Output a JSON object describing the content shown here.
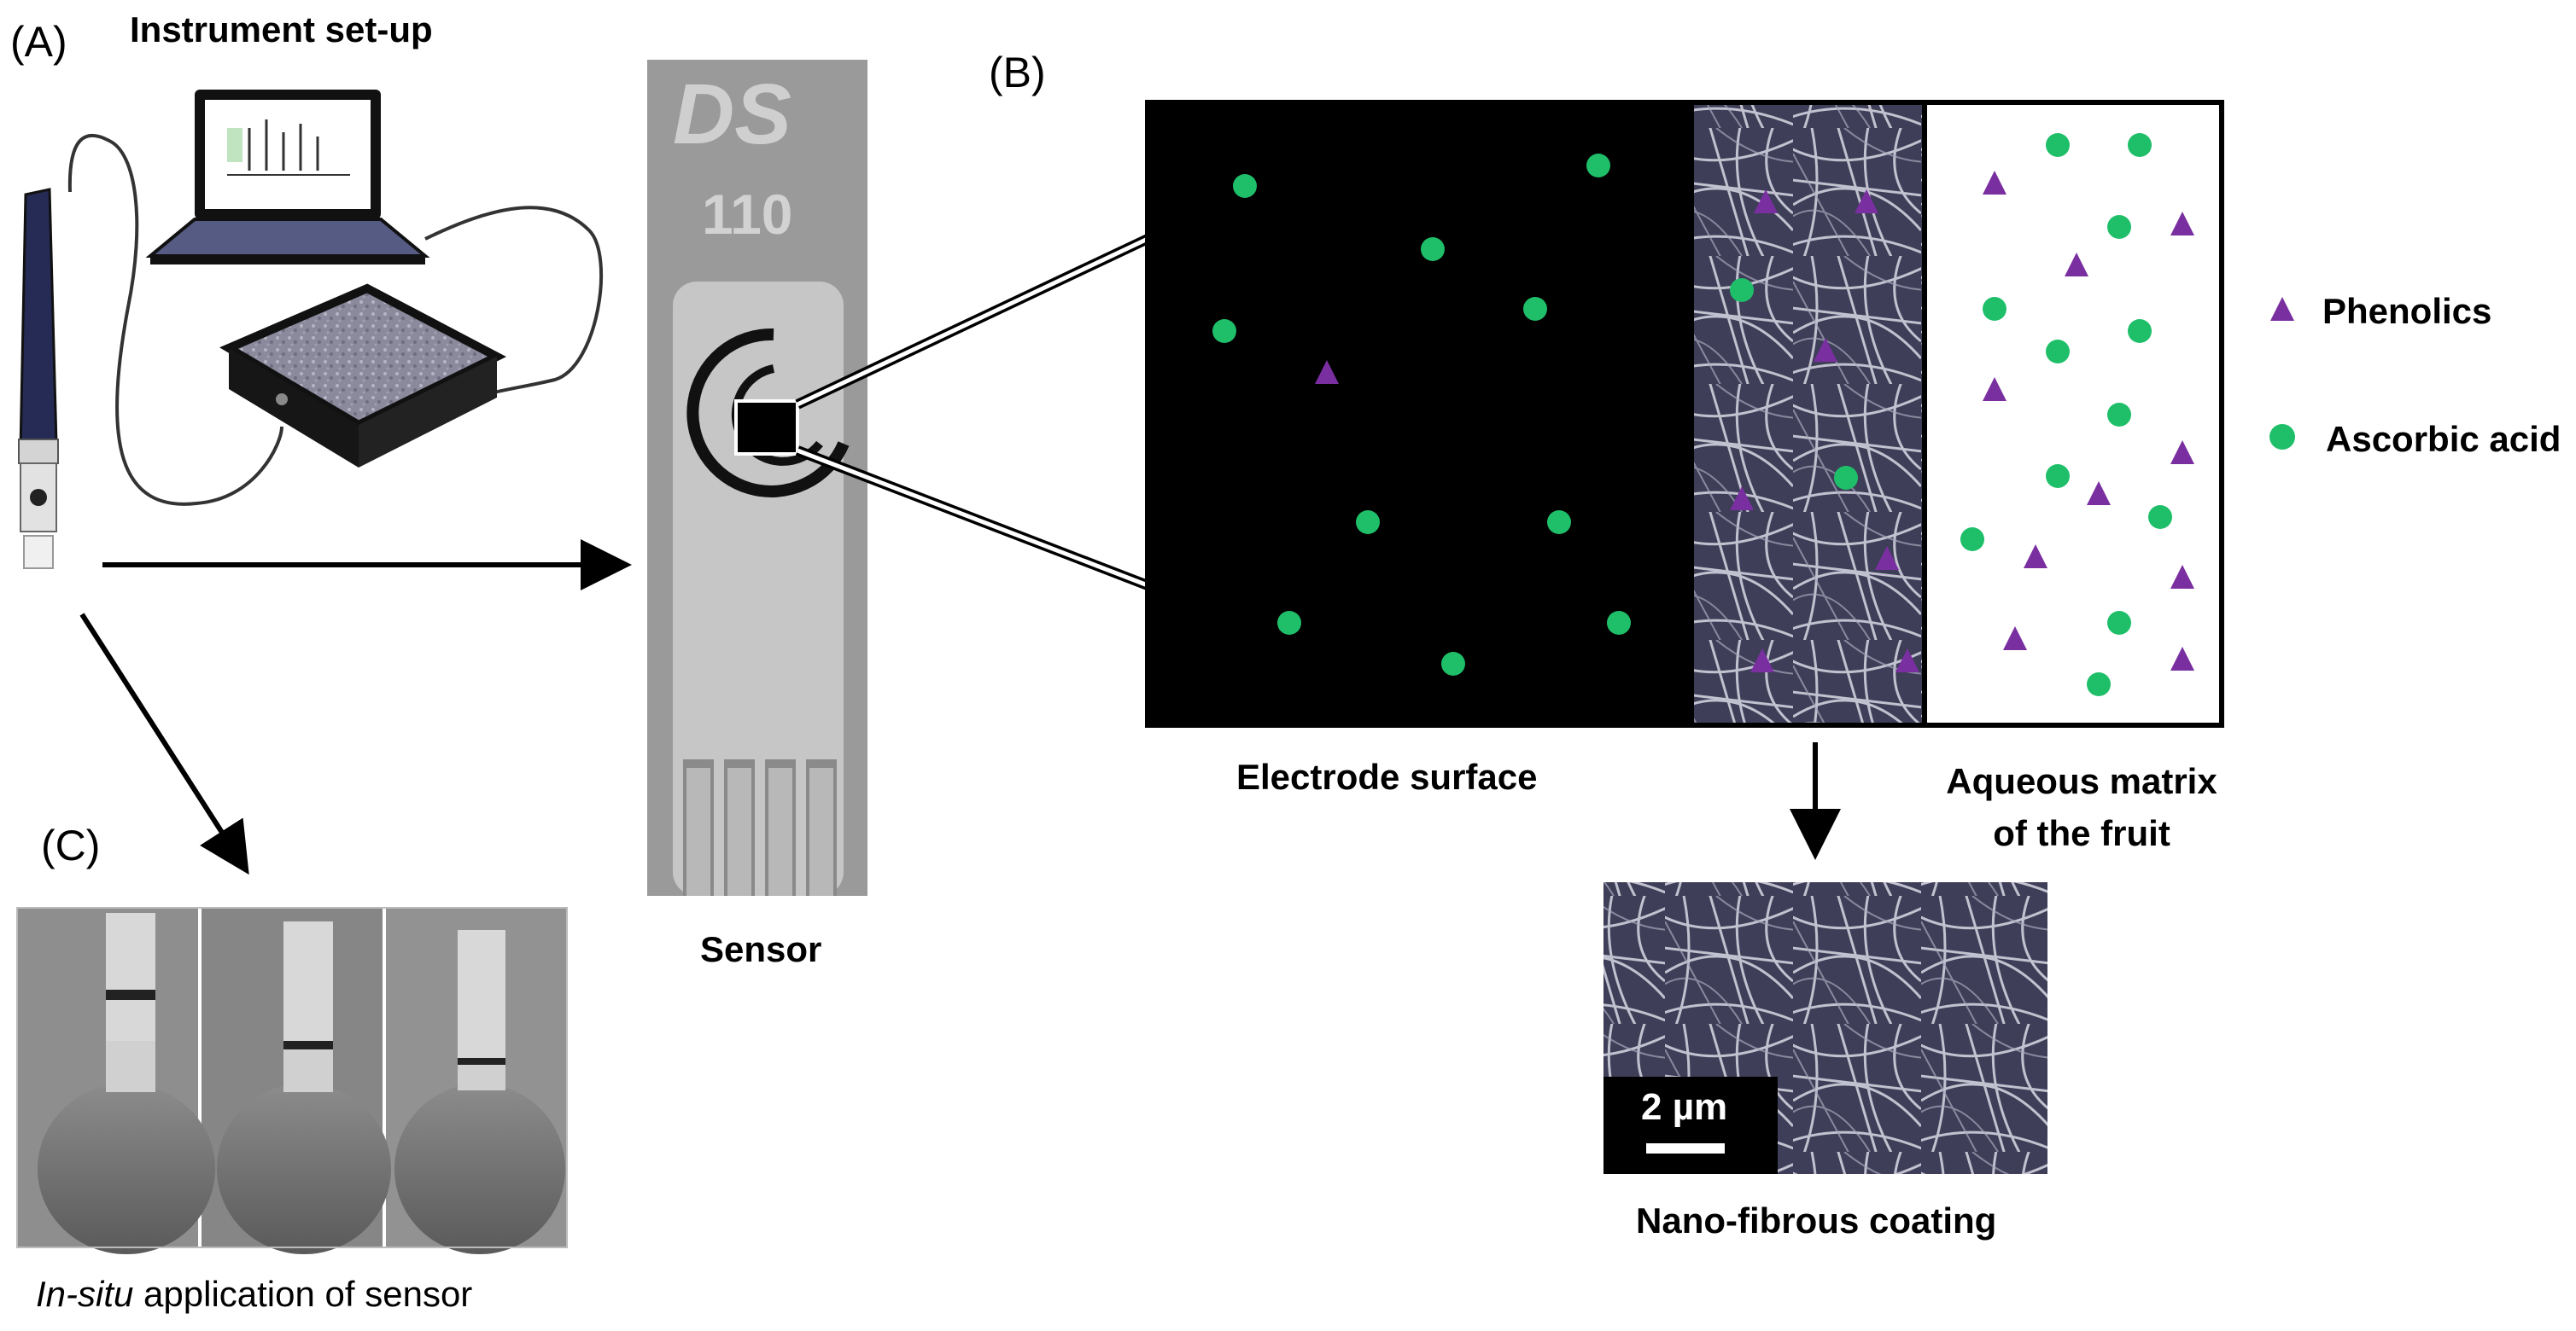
{
  "panels": {
    "a": "(A)",
    "b": "(B)",
    "c": "(C)"
  },
  "captions": {
    "instrument_setup": "Instrument set-up",
    "sensor": "Sensor",
    "electrode_surface": "Electrode surface",
    "aqueous_matrix_line1": "Aqueous matrix",
    "aqueous_matrix_line2": "of the fruit",
    "nano_fibrous_coating": "Nano-fibrous coating",
    "in_situ_italic": "In-situ",
    "in_situ_rest": " application of sensor"
  },
  "sensor_strip": {
    "brand": "DS",
    "model": "110"
  },
  "scale_bar": {
    "label": "2 µm"
  },
  "legend": [
    {
      "label": "Phenolics",
      "shape": "triangle",
      "color": "#7a2fa0"
    },
    {
      "label": "Ascorbic acid",
      "shape": "circle",
      "color": "#1fbf6a"
    }
  ],
  "colors": {
    "phenolic": "#7a2fa0",
    "ascorbic": "#1fbf6a",
    "electrode": "#000000"
  }
}
